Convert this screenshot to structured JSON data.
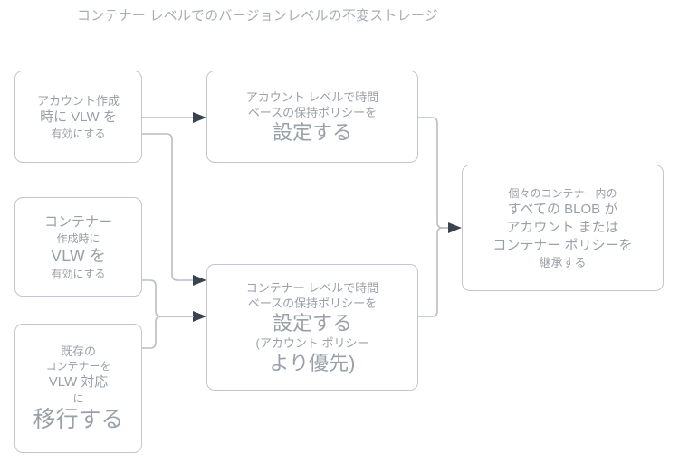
{
  "title": "コンテナー レベルでのバージョンレベルの不変ストレージ",
  "theme": {
    "background": "#ffffff",
    "text_color": "#9aa0a8",
    "border_color": "#c2c7cd",
    "connector_color": "#b9bec5",
    "arrowhead_color": "#3b4350"
  },
  "nodes": {
    "account_enable_vlw": {
      "name": "アカウント作成時に VLW を有効にする",
      "lines": [
        {
          "text": "アカウント作成",
          "size": "s-md"
        },
        {
          "text": "時に VLW を",
          "size": "s-lg"
        },
        {
          "text": "有効にする",
          "size": "s-sm"
        }
      ]
    },
    "account_level_policy": {
      "name": "アカウント レベルで時間ベースの保持ポリシーを設定する",
      "lines": [
        {
          "text": "アカウント レベルで時間",
          "size": "s-md"
        },
        {
          "text": "ベースの保持ポリシーを",
          "size": "s-md"
        },
        {
          "text": "設定する",
          "size": "s-xxl"
        }
      ]
    },
    "container_enable_vlw": {
      "name": "コンテナー作成時に VLW を有効にする",
      "lines": [
        {
          "text": "コンテナー",
          "size": "s-lg"
        },
        {
          "text": "作成時に",
          "size": "s-sm"
        },
        {
          "text": "VLW を",
          "size": "s-xl"
        },
        {
          "text": "有効にする",
          "size": "s-sm"
        }
      ]
    },
    "migrate_existing_container": {
      "name": "既存のコンテナーを VLW 対応に移行する",
      "lines": [
        {
          "text": "既存の",
          "size": "s-md"
        },
        {
          "text": "コンテナーを",
          "size": "s-sm"
        },
        {
          "text": "VLW 対応",
          "size": "s-lg"
        },
        {
          "text": "に",
          "size": "s-sm"
        },
        {
          "text": "移行する",
          "size": "s-huge"
        }
      ]
    },
    "container_level_policy": {
      "name": "コンテナー レベルで時間ベースの保持ポリシーを設定する (アカウント ポリシーより優先)",
      "lines": [
        {
          "text": "コンテナー レベルで時間",
          "size": "s-md"
        },
        {
          "text": "ベースの保持ポリシーを",
          "size": "s-md"
        },
        {
          "text": "設定する",
          "size": "s-xxl"
        },
        {
          "text": "(アカウント ポリシー",
          "size": "s-md"
        },
        {
          "text": "より優先)",
          "size": "s-xxl"
        }
      ]
    },
    "blobs_inherit_policy": {
      "name": "個々のコンテナー内のすべての BLOB がアカウント またはコンテナー ポリシーを継承する",
      "lines": [
        {
          "text": "個々のコンテナー内の",
          "size": "s-sm"
        },
        {
          "text": "すべての BLOB が",
          "size": "s-lg"
        },
        {
          "text": "アカウント または",
          "size": "s-lg"
        },
        {
          "text": "コンテナー ポリシーを",
          "size": "s-lg"
        },
        {
          "text": "継承する",
          "size": "s-md"
        }
      ]
    }
  },
  "connectors": [
    {
      "name": "account-enable-to-account-policy"
    },
    {
      "name": "account-enable-to-container-policy"
    },
    {
      "name": "container-enable-to-container-policy"
    },
    {
      "name": "migrate-container-to-container-policy"
    },
    {
      "name": "account-policy-to-blobs"
    },
    {
      "name": "container-policy-to-blobs"
    }
  ]
}
